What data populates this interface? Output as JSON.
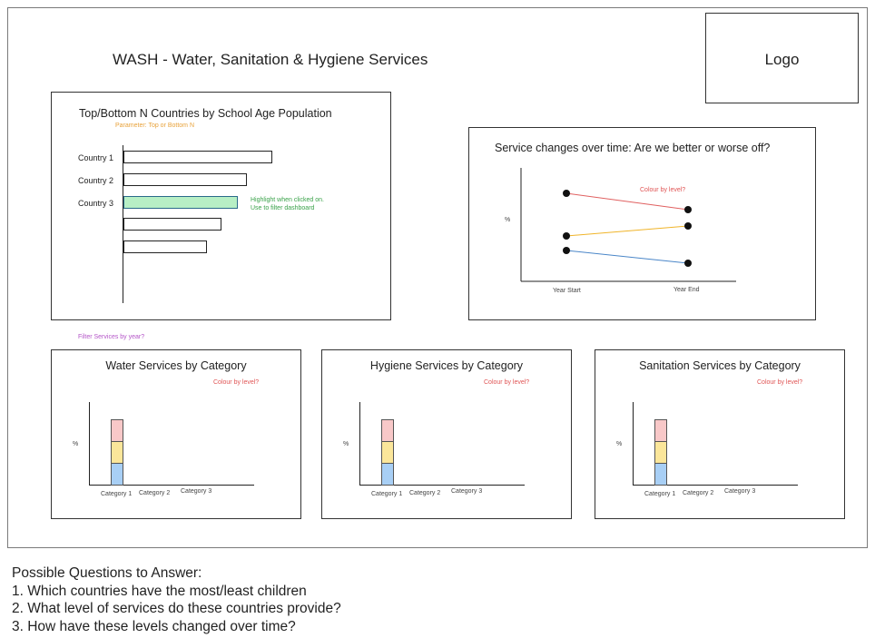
{
  "header": {
    "title": "WASH - Water, Sanitation & Hygiene Services",
    "logo": "Logo"
  },
  "topn": {
    "title": "Top/Bottom N Countries by School Age Population",
    "parameter_note": "Parameter: Top or Bottom N",
    "highlight_note_1": "Highlight when clicked on.",
    "highlight_note_2": "Use to filter dashboard",
    "countries": [
      "Country 1",
      "Country 2",
      "Country 3"
    ],
    "bar_fractions": [
      1.0,
      0.83,
      0.77,
      0.66,
      0.56
    ],
    "highlighted_index": 2
  },
  "filter_note": "Filter Services by year?",
  "slope": {
    "title": "Service changes over time: Are we better or worse off?",
    "colour_note": "Colour by level?",
    "ylabel": "%",
    "xlabels": [
      "Year Start",
      "Year End"
    ]
  },
  "categories": [
    {
      "title": "Water Services by Category",
      "colour_note": "Colour by level?",
      "ylabel": "%",
      "xlabels": [
        "Category 1",
        "Category 2",
        "Category 3"
      ]
    },
    {
      "title": "Hygiene Services by Category",
      "colour_note": "Colour by level?",
      "ylabel": "%",
      "xlabels": [
        "Category 1",
        "Category 2",
        "Category 3"
      ]
    },
    {
      "title": "Sanitation Services by Category",
      "colour_note": "Colour by level?",
      "ylabel": "%",
      "xlabels": [
        "Category 1",
        "Category 2",
        "Category 3"
      ]
    }
  ],
  "questions": {
    "heading": "Possible Questions to Answer:",
    "items": [
      "1. Which countries have the most/least children",
      "2. What level of services do these countries provide?",
      "3. How have these levels changed over time?"
    ]
  },
  "colors": {
    "orange_note": "#e8a23a",
    "green_note": "#3aa24a",
    "red_note": "#e05555",
    "purple_note": "#b455c8",
    "highlight_fill": "#b7efc5",
    "line_red": "#e06060",
    "line_yellow": "#f0b429",
    "line_blue": "#4a86c8",
    "stack_pink": "#f8c8c8",
    "stack_yellow": "#fbe69a",
    "stack_blue": "#a8cff5"
  }
}
